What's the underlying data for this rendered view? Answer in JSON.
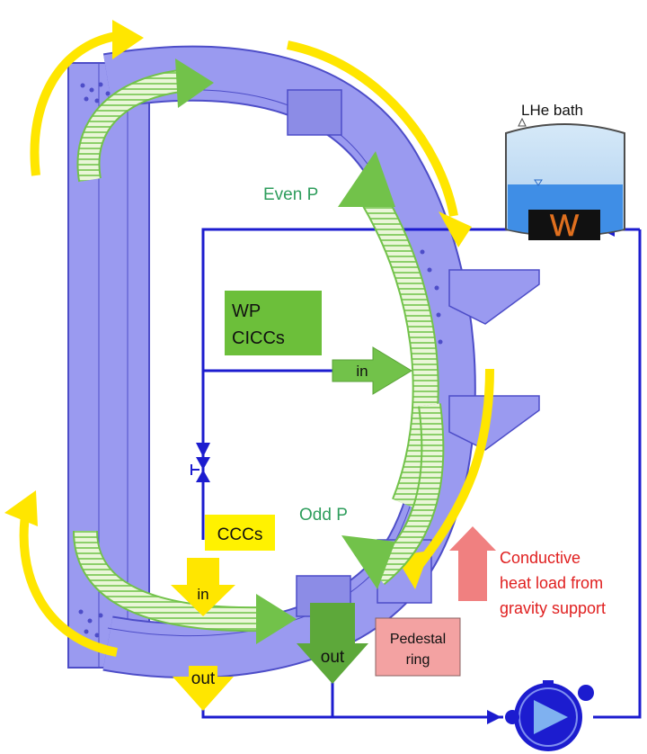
{
  "labels": {
    "lhe_bath": "LHe bath",
    "even_p": "Even P",
    "odd_p": "Odd P",
    "wp_line1": "WP",
    "wp_line2": "CICCs",
    "in_right": "in",
    "in_left": "in",
    "cccs": "CCCs",
    "out_green": "out",
    "out_yellow": "out",
    "pedestal_line1": "Pedestal",
    "pedestal_line2": "ring",
    "conductive_line1": "Conductive",
    "conductive_line2": "heat load from",
    "conductive_line3": "gravity support",
    "heater_symbol": "W"
  },
  "colors": {
    "coil": "#9a9af0",
    "coil_edge": "#4d4dc8",
    "pipe": "#1c1ccf",
    "green_arrow": "#72c24a",
    "green_text": "#2e9d5c",
    "yellow": "#ffe600",
    "yellow_label_bg": "#fff200",
    "wp_box": "#6cbf3a",
    "pedestal_box": "#f3a2a2",
    "heat_arrow": "#f08080",
    "heat_text": "#e02020",
    "bath_liquid": "#3f8ee6",
    "bath_gas": "#b9d8f2",
    "heater_orange": "#e0701f"
  }
}
